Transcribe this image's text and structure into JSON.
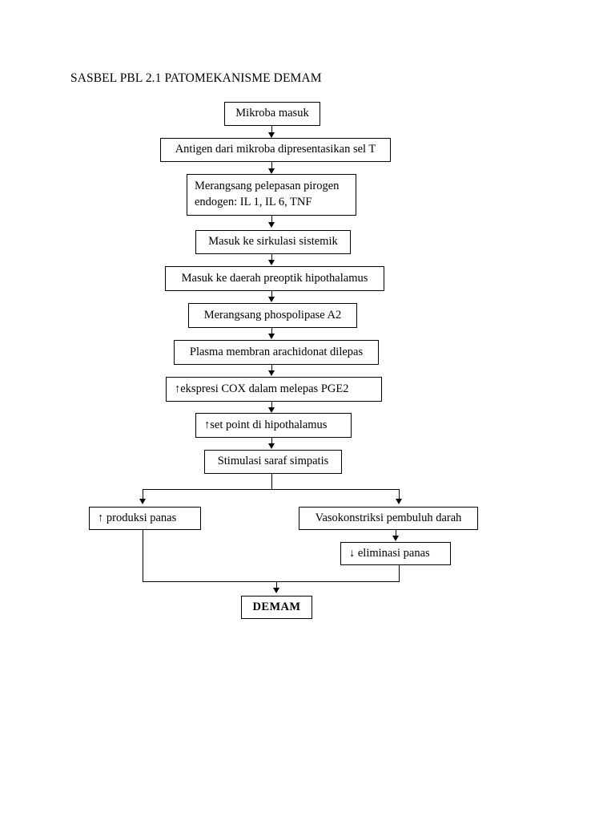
{
  "document": {
    "title": "SASBEL PBL 2.1 PATOMEKANISME DEMAM",
    "background_color": "#ffffff",
    "line_color": "#000000",
    "text_color": "#000000"
  },
  "flowchart": {
    "type": "flowchart",
    "orientation": "top-to-bottom",
    "nodes": [
      {
        "id": "n1",
        "label": "Mikroba masuk"
      },
      {
        "id": "n2",
        "label": "Antigen dari mikroba dipresentasikan sel T"
      },
      {
        "id": "n3",
        "label_line1": "Merangsang pelepasan pirogen",
        "label_line2": "endogen: IL 1, IL 6, TNF"
      },
      {
        "id": "n4",
        "label": "Masuk ke sirkulasi sistemik"
      },
      {
        "id": "n5",
        "label": "Masuk ke daerah preoptik hipothalamus"
      },
      {
        "id": "n6",
        "label": "Merangsang phospolipase A2"
      },
      {
        "id": "n7",
        "label": "Plasma membran arachidonat dilepas"
      },
      {
        "id": "n8",
        "label": "↑ekspresi COX dalam melepas PGE2"
      },
      {
        "id": "n9",
        "label": "↑set point di hipothalamus"
      },
      {
        "id": "n10",
        "label": "Stimulasi saraf simpatis"
      },
      {
        "id": "n11",
        "label": "↑ produksi panas"
      },
      {
        "id": "n12",
        "label": "Vasokonstriksi pembuluh darah"
      },
      {
        "id": "n13",
        "label": "↓ eliminasi panas"
      },
      {
        "id": "n14",
        "label": "DEMAM"
      }
    ],
    "edges": [
      {
        "from": "n1",
        "to": "n2"
      },
      {
        "from": "n2",
        "to": "n3"
      },
      {
        "from": "n3",
        "to": "n4"
      },
      {
        "from": "n4",
        "to": "n5"
      },
      {
        "from": "n5",
        "to": "n6"
      },
      {
        "from": "n6",
        "to": "n7"
      },
      {
        "from": "n7",
        "to": "n8"
      },
      {
        "from": "n8",
        "to": "n9"
      },
      {
        "from": "n9",
        "to": "n10"
      },
      {
        "from": "n10",
        "to": "n11"
      },
      {
        "from": "n10",
        "to": "n12"
      },
      {
        "from": "n12",
        "to": "n13"
      },
      {
        "from": "n11",
        "to": "n14"
      },
      {
        "from": "n13",
        "to": "n14"
      }
    ]
  }
}
